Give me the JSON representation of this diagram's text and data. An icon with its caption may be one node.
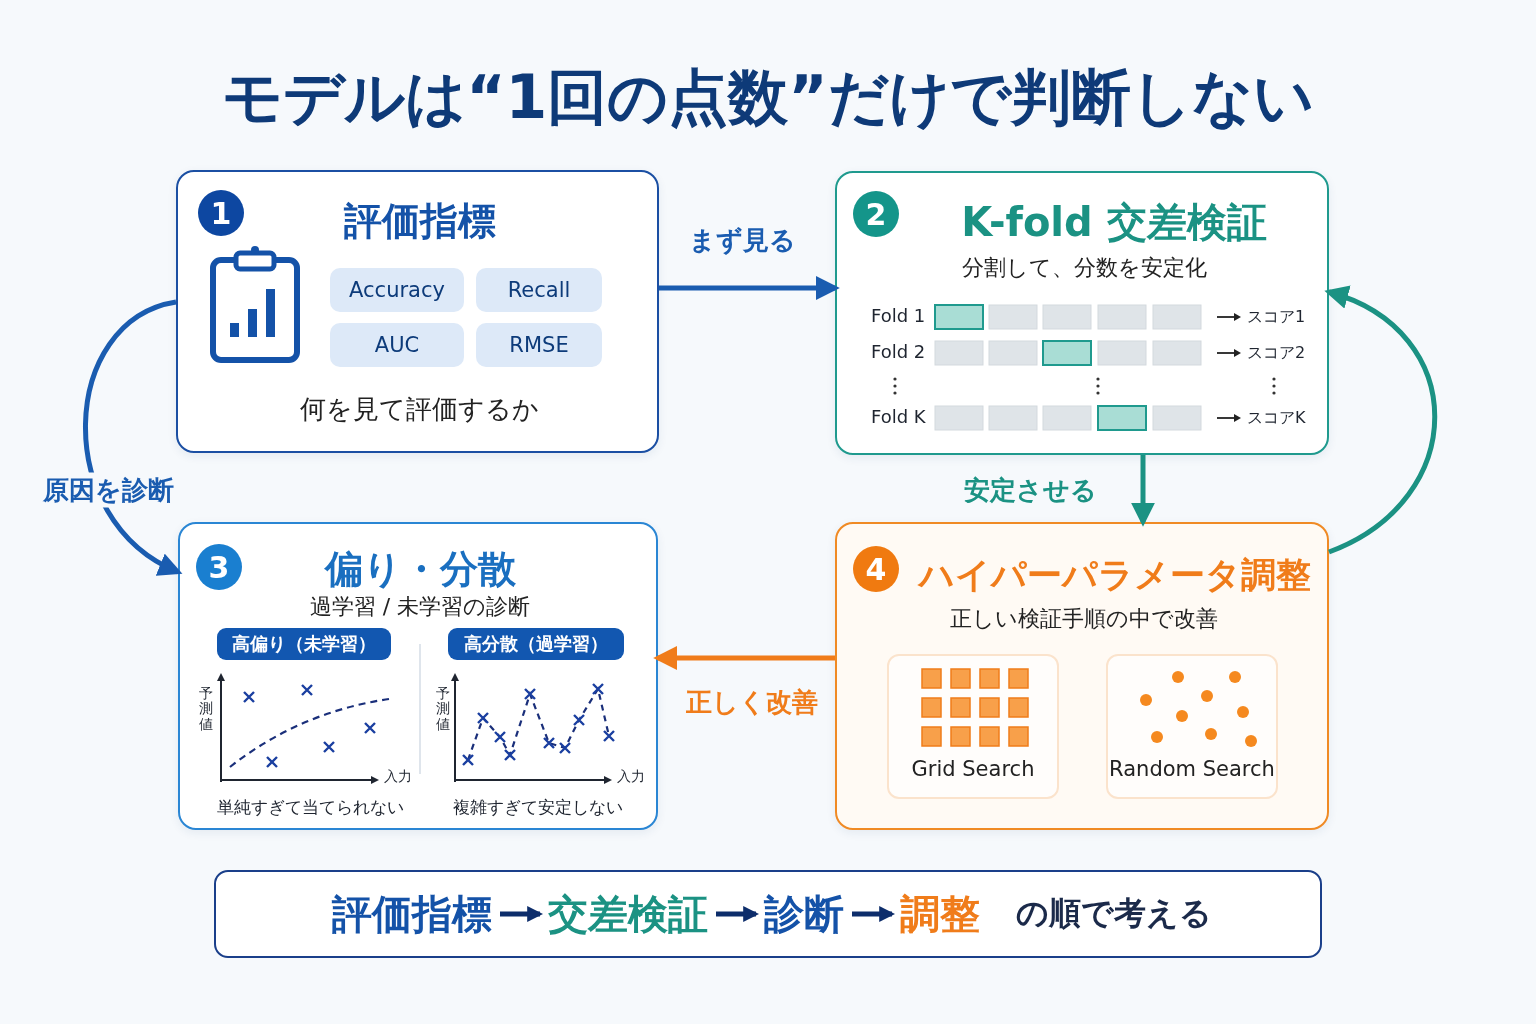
{
  "diagram": {
    "title": "モデルは“1回の点数”だけで判断しない",
    "nodes": [
      {
        "text": [
          "1",
          "評価指標",
          "何を見て評価するか"
        ]
      },
      {
        "text": [
          "Accuracy"
        ],
        "in": 0
      },
      {
        "text": [
          "Recall"
        ],
        "in": 0
      },
      {
        "text": [
          "AUC"
        ],
        "in": 0
      },
      {
        "text": [
          "RMSE"
        ],
        "in": 0
      },
      {
        "text": [
          "2",
          "K-fold 交差検証",
          "分割して、分数を安定化"
        ]
      },
      {
        "text": [
          "3",
          "偏り・分散",
          "過学習 / 未学習の診断"
        ]
      },
      {
        "text": [
          "高偏り（未学習）"
        ],
        "in": 6
      },
      {
        "text": [
          "高分散（過学習）"
        ],
        "in": 6
      },
      {
        "text": [
          "4",
          "ハイパーパラメータ調整",
          "正しい検証手順の中で改善"
        ]
      },
      {
        "text": [
          "Grid Search"
        ],
        "in": 9
      },
      {
        "text": [
          "Random Search"
        ],
        "in": 9
      },
      {
        "text": [
          "の順で考える"
        ]
      },
      {
        "text": [
          "評価指標"
        ],
        "in": 12
      },
      {
        "text": [
          "交差検証"
        ],
        "in": 12
      },
      {
        "text": [
          "診断"
        ],
        "in": 12
      },
      {
        "text": [
          "調整"
        ],
        "in": 12
      }
    ],
    "edges": [
      {
        "from": 0,
        "to": 5,
        "arrow": "to",
        "label": "まず見る",
        "color": "#1a5cb0"
      },
      {
        "from": 5,
        "to": 9,
        "arrow": "to",
        "label": "安定させる",
        "color": "#1b9283"
      },
      {
        "from": 9,
        "to": 6,
        "arrow": "to",
        "label": "正しく改善",
        "color": "#f07c1a"
      },
      {
        "from": 0,
        "to": 6,
        "arrow": "to",
        "label": "原因を診断",
        "color": "#1a5cb0"
      },
      {
        "from": 9,
        "to": 5,
        "arrow": "to",
        "color": "#1b9283"
      },
      {
        "from": 13,
        "to": 14,
        "arrow": "to",
        "color": "#0d2d6b"
      },
      {
        "from": 14,
        "to": 15,
        "arrow": "to",
        "color": "#0d2d6b"
      },
      {
        "from": 15,
        "to": 16,
        "arrow": "to",
        "color": "#0d2d6b"
      }
    ],
    "labels": [
      "Fold 1",
      "スコア1",
      "Fold 2",
      "スコア2",
      "Fold K",
      "スコアK",
      "予測値",
      "入力",
      "単純すぎて当てられない",
      "予測値",
      "入力",
      "複雑すぎて安定しない"
    ]
  }
}
